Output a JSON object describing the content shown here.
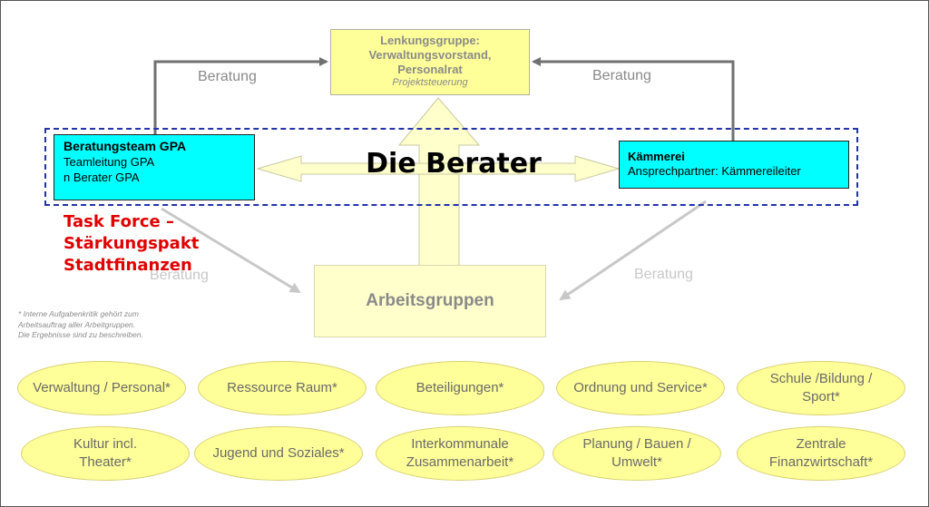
{
  "steering": {
    "line1": "Lenkungsgruppe:",
    "line2": "Verwaltungsvorstand,",
    "line3": "Personalrat",
    "sub": "Projektsteuerung"
  },
  "advice_label": "Beratung",
  "team_box": {
    "title": "Beratungsteam GPA",
    "line2": "Teamleitung GPA",
    "line3": "n Berater GPA"
  },
  "kaemmerei_box": {
    "title": "Kämmerei",
    "line2": "Ansprechpartner: Kämmereileiter"
  },
  "headline": "Die Berater",
  "task_force": {
    "line1": "Task Force –",
    "line2": "Stärkungspakt",
    "line3": "Stadtfinanzen"
  },
  "working_groups": "Arbeitsgruppen",
  "note": {
    "line1": "* Interne Aufgabenkritik gehört zum",
    "line2": "Arbeitsauftrag aller Arbeitgruppen.",
    "line3": "Die Ergebnisse sind zu beschreiben."
  },
  "groups": [
    {
      "line1": "Verwaltung / Personal*",
      "line2": ""
    },
    {
      "line1": "Ressource Raum*",
      "line2": ""
    },
    {
      "line1": "Beteiligungen*",
      "line2": ""
    },
    {
      "line1": "Ordnung und Service*",
      "line2": ""
    },
    {
      "line1": "Schule /Bildung /",
      "line2": "Sport*"
    },
    {
      "line1": "Kultur incl.",
      "line2": "Theater*"
    },
    {
      "line1": "Jugend und Soziales*",
      "line2": ""
    },
    {
      "line1": "Interkommunale",
      "line2": "Zusammenarbeit*"
    },
    {
      "line1": "Planung / Bauen /",
      "line2": "Umwelt*"
    },
    {
      "line1": "Zentrale",
      "line2": "Finanzwirtschaft*"
    }
  ],
  "colors": {
    "cyan": "#00ffff",
    "yellow": "#ffff99",
    "light_yellow": "#ffffcc",
    "red": "#e00000",
    "dashed_border": "#2233aa",
    "gray_text": "#8a8a8a"
  }
}
